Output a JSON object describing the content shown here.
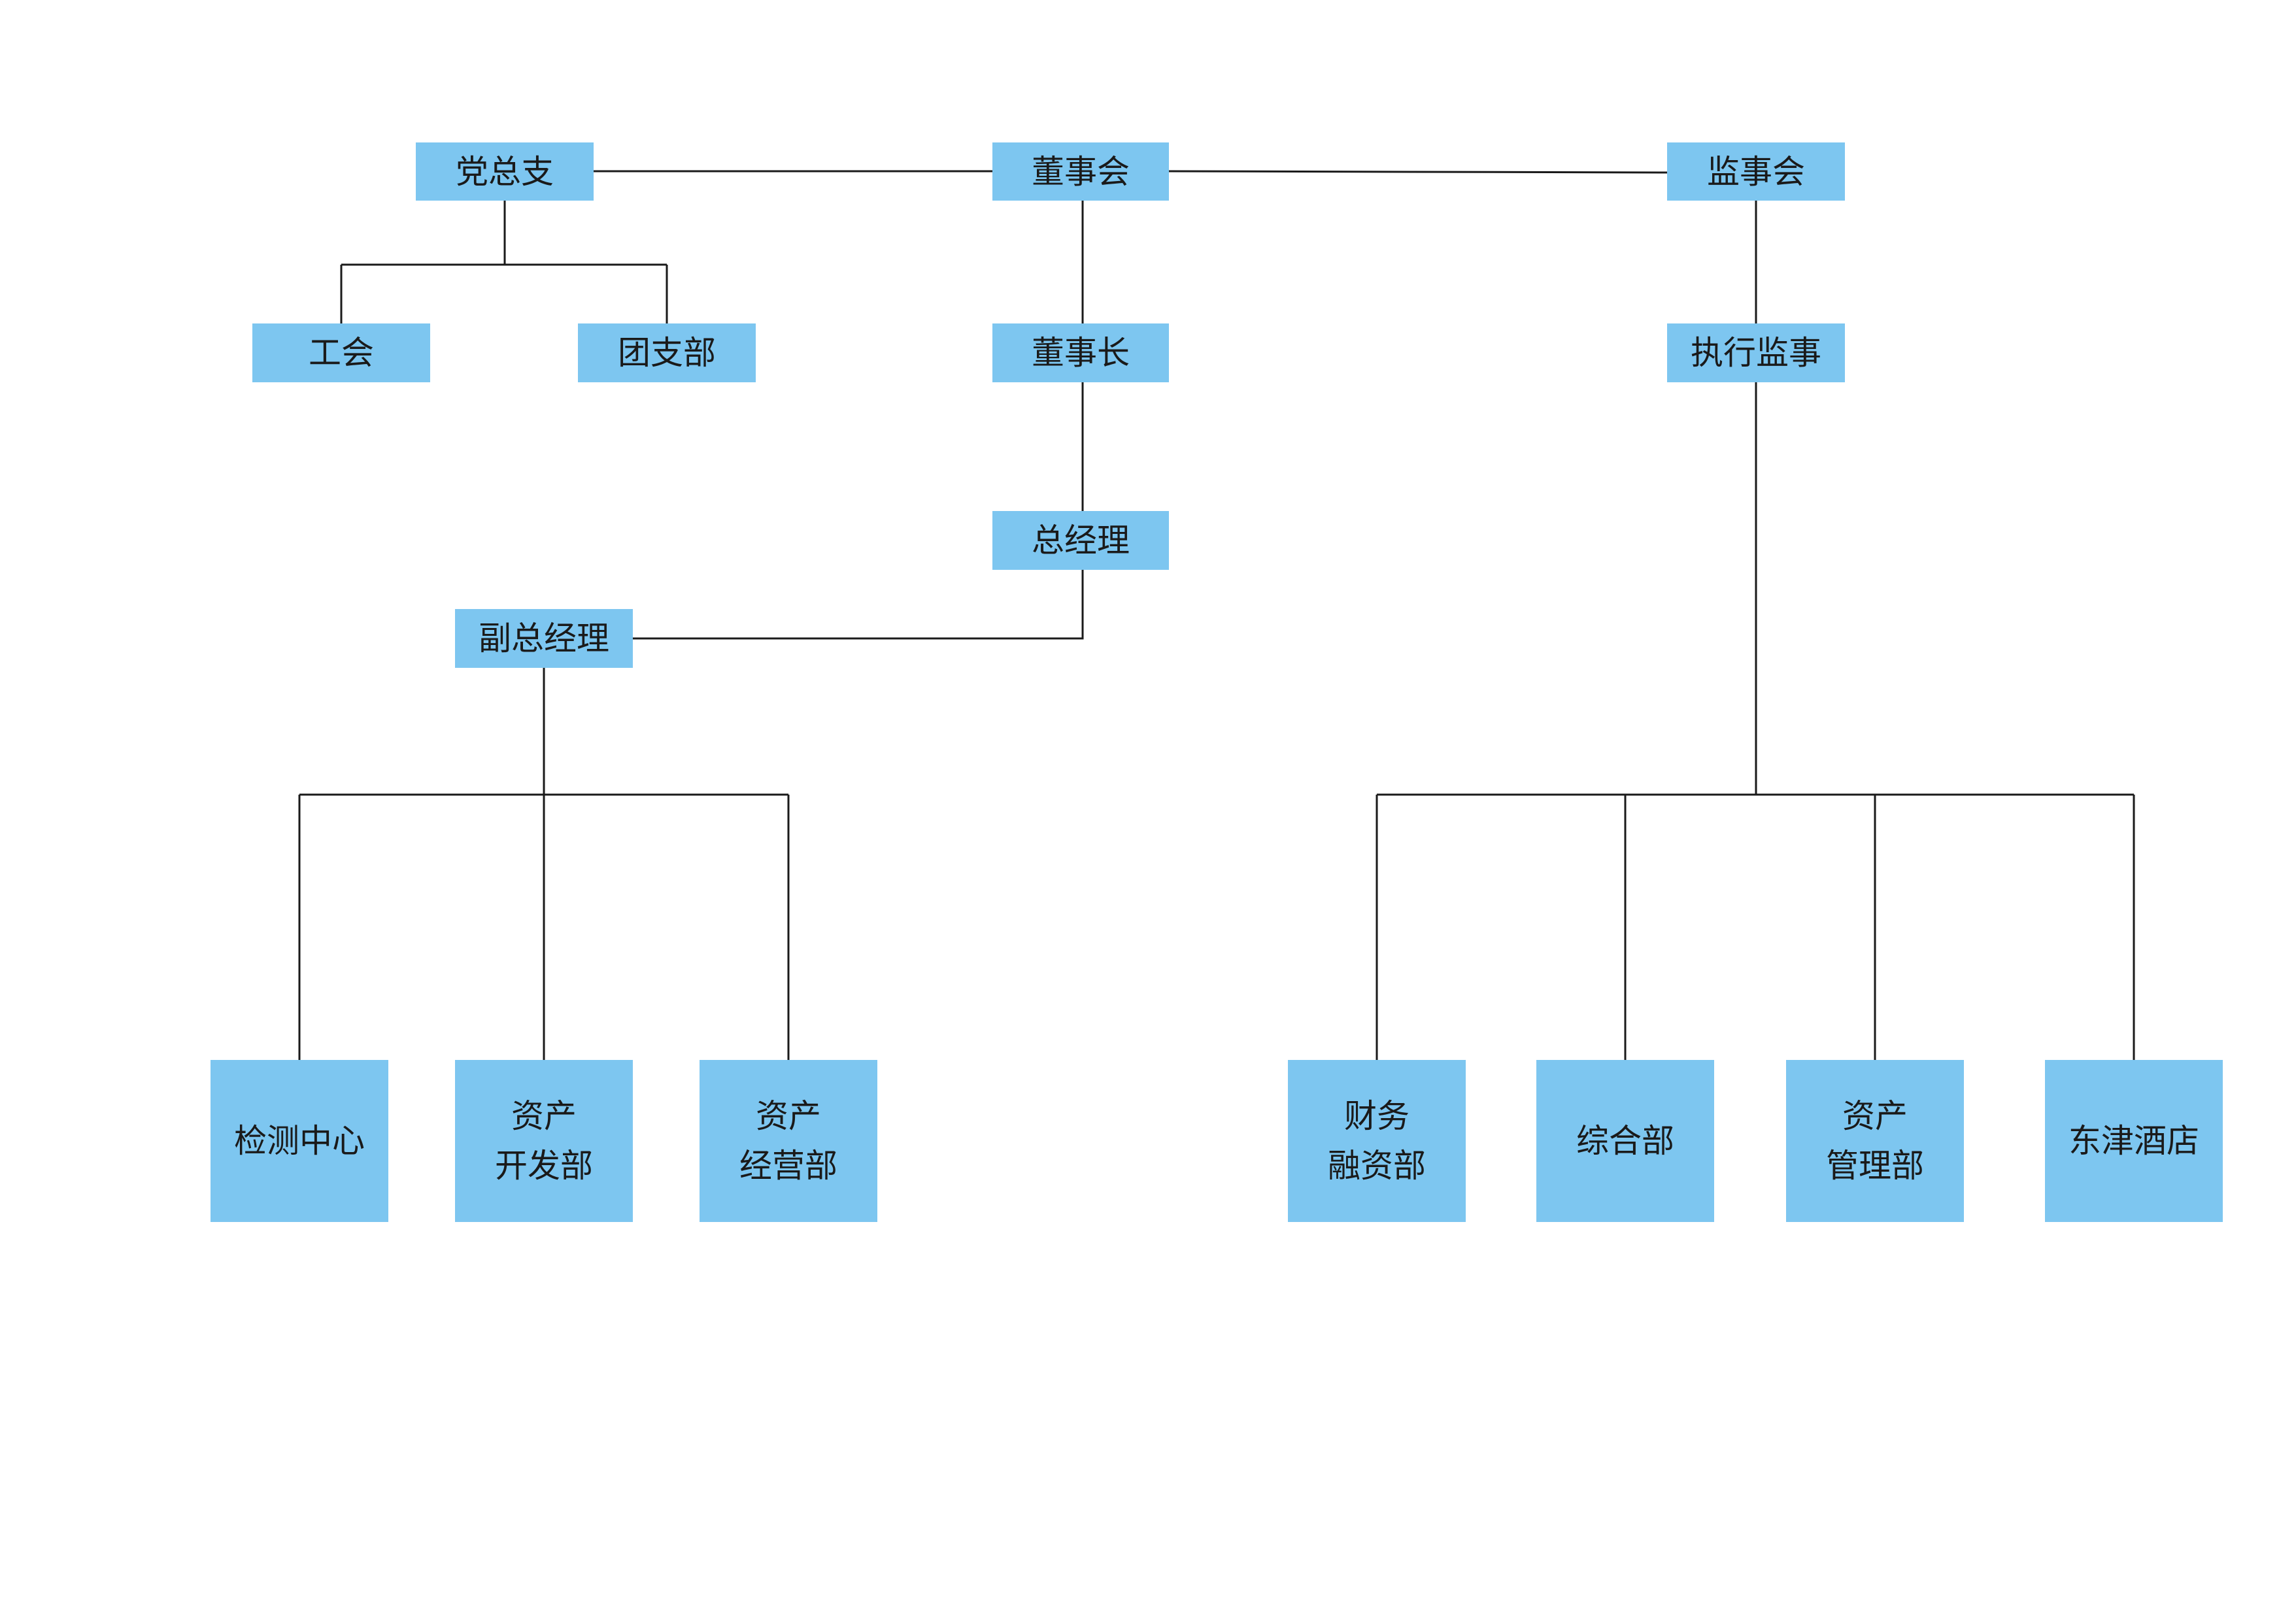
{
  "colors": {
    "box_fill": "#7dc6f0",
    "line": "#1a1a1a",
    "text": "#1a1a1a",
    "background": "#ffffff"
  },
  "nodes": {
    "party_branch": "党总支",
    "board": "董事会",
    "supervisory_board": "监事会",
    "union": "工会",
    "youth_league": "团支部",
    "chairman": "董事长",
    "executive_supervisor": "执行监事",
    "general_manager": "总经理",
    "deputy_general_manager": "副总经理",
    "testing_center": "检测中心",
    "asset_development": "资产\n开发部",
    "asset_operation": "资产\n经营部",
    "finance": "财务\n融资部",
    "general_affairs": "综合部",
    "asset_management": "资产\n管理部",
    "dongjin_hotel": "东津酒店"
  }
}
